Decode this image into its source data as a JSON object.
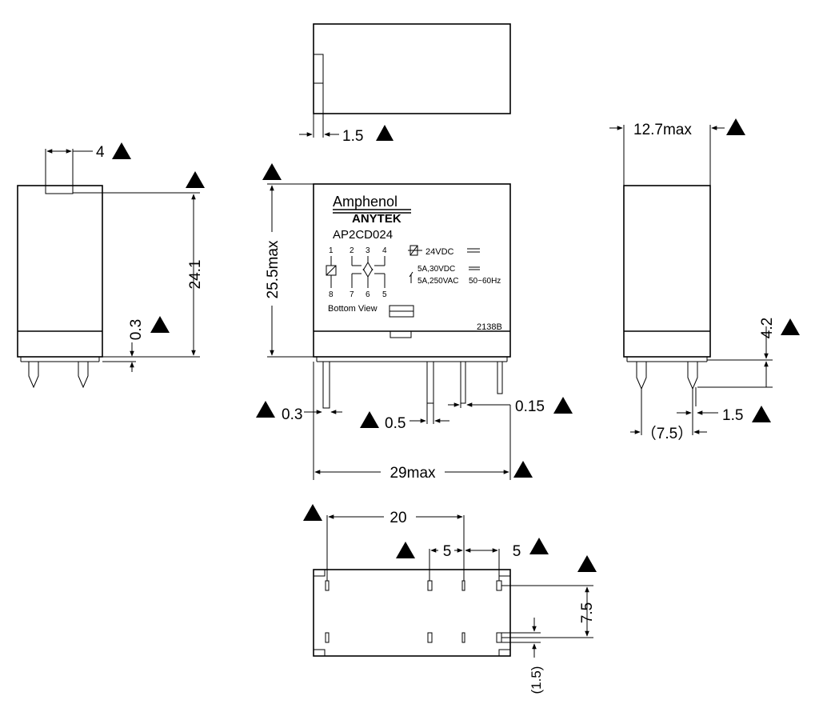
{
  "top_view": {
    "dim_width": "1.5"
  },
  "left_view": {
    "dim_top": "4",
    "dim_height": "24.1",
    "dim_step": "0.3"
  },
  "front_view": {
    "brand": "Amphenol",
    "sub_brand": "ANYTEK",
    "model": "AP2CD024",
    "coil_rating": "24VDC",
    "contact_dc": "5A,30VDC",
    "contact_ac": "5A,250VAC",
    "contact_freq": "50~60Hz",
    "pin_top": [
      "1",
      "2",
      "3",
      "4"
    ],
    "pin_bottom": [
      "8",
      "7",
      "6",
      "5"
    ],
    "view_label": "Bottom View",
    "date_code": "2138B",
    "dim_height": "25.5max",
    "dim_pin_left": "0.3",
    "dim_pin_mid": "0.5",
    "dim_pin_right": "0.15",
    "dim_width": "29max"
  },
  "right_view": {
    "dim_depth": "12.7max",
    "dim_pin_len": "4.2",
    "dim_pin_w": "1.5",
    "dim_pin_pitch": "（7.5）"
  },
  "bottom_view": {
    "dim_span": "20",
    "dim_pitch_a": "5",
    "dim_pitch_b": "5",
    "dim_row": "7.5",
    "dim_offset": "(1.5)"
  }
}
